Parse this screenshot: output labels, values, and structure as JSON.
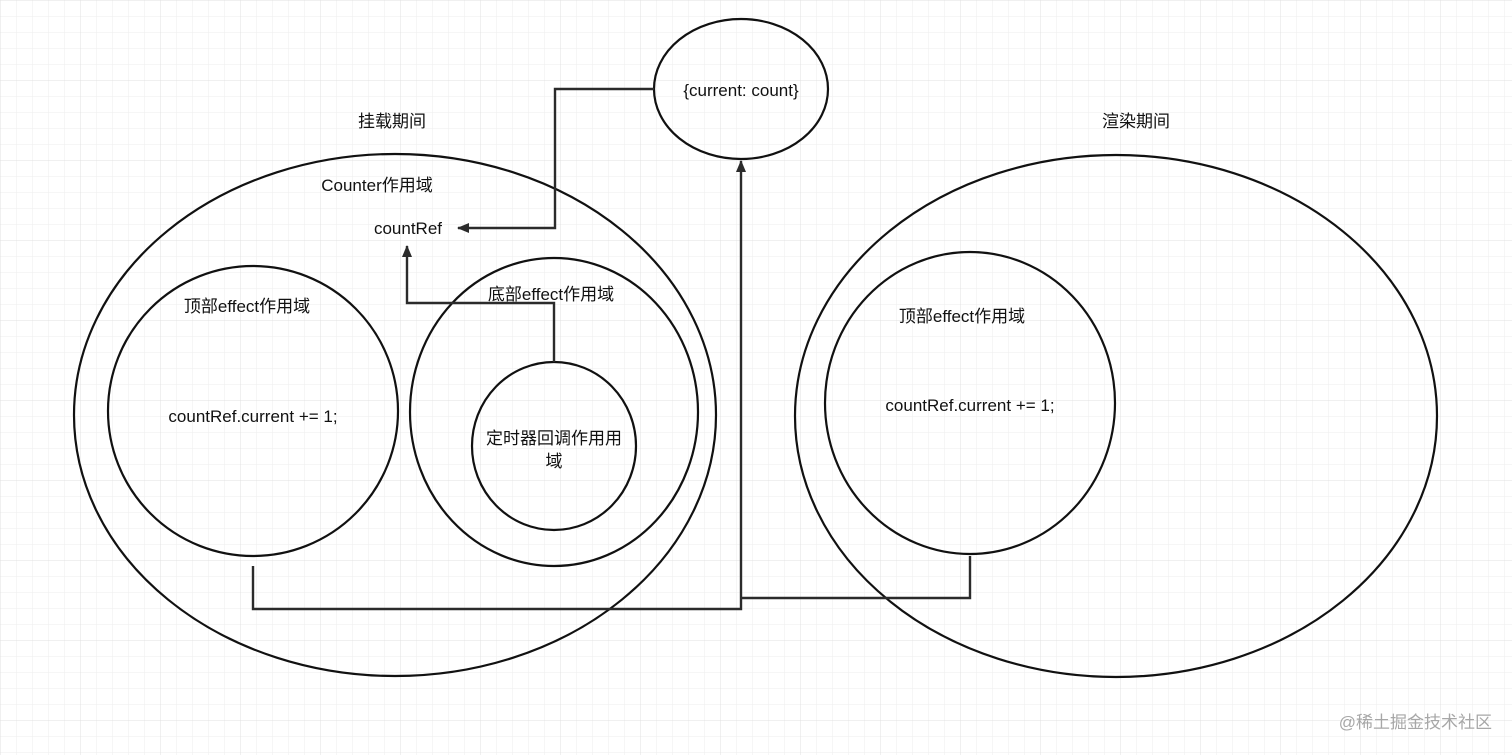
{
  "labels": {
    "mount_phase": "挂载期间",
    "render_phase": "渲染期间",
    "counter_scope": "Counter作用域",
    "count_ref": "countRef",
    "ref_object": "{current: count}",
    "top_effect_scope": "顶部effect作用域",
    "bottom_effect_scope": "底部effect作用域",
    "timer_callback_scope_line1": "定时器回调作用用",
    "timer_callback_scope_line2": "域",
    "render_top_effect_scope": "顶部effect作用域"
  },
  "code": {
    "mount_increment": "countRef.current += 1;",
    "render_increment": "countRef.current += 1;"
  },
  "watermark": "@稀土掘金技术社区",
  "colors": {
    "stroke": "#111111",
    "connector": "#2b2b2b",
    "grid_minor": "#eeeeee",
    "grid_major": "#e0e0e0",
    "background": "#ffffff",
    "watermark": "#a7a7a7"
  }
}
